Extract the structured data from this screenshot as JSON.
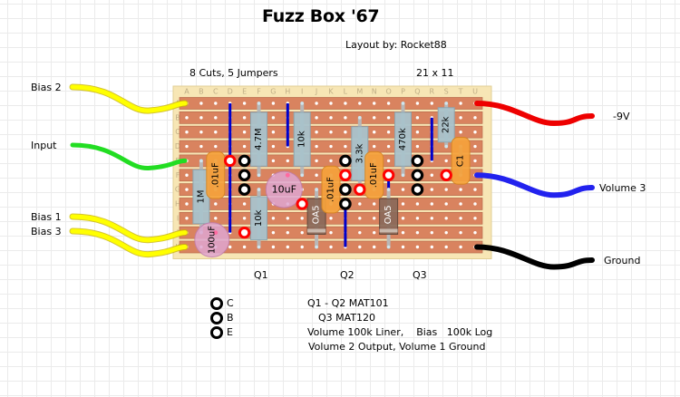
{
  "header": {
    "title": "Fuzz Box '67",
    "layout_by": "Layout by: Rocket88",
    "cuts_jumpers": "8 Cuts, 5 Jumpers",
    "board_size": "21 x 11"
  },
  "board": {
    "columns": [
      "A",
      "B",
      "C",
      "D",
      "E",
      "F",
      "G",
      "H",
      "I",
      "J",
      "K",
      "L",
      "M",
      "N",
      "O",
      "P",
      "Q",
      "R",
      "S",
      "T",
      "U"
    ],
    "rows": [
      "A",
      "B",
      "C",
      "D",
      "E",
      "F",
      "G",
      "H",
      "I",
      "J",
      "K"
    ],
    "colors": {
      "board": "#f7e6b5",
      "strip": "#d9835f",
      "resistor": "#a9c3cc",
      "film_cap": "#f5a23c",
      "electrolytic": "#e0a6d0",
      "diode": "#8a6a5a",
      "jumper": "#0000cc",
      "cut": "#ff0000",
      "lead": "#b8b8b8"
    },
    "resistors": [
      {
        "label": "4.7M",
        "col": "F",
        "row_from": "A",
        "row_to": "F"
      },
      {
        "label": "10k",
        "col": "I",
        "row_from": "A",
        "row_to": "F"
      },
      {
        "label": "3.3k",
        "col": "M",
        "row_from": "B",
        "row_to": "G"
      },
      {
        "label": "470k",
        "col": "P",
        "row_from": "A",
        "row_to": "F"
      },
      {
        "label": "22k",
        "col": "S",
        "row_from": "A",
        "row_to": "D"
      },
      {
        "label": "1M",
        "col": "B",
        "row_from": "E",
        "row_to": "J"
      },
      {
        "label": "10k",
        "col": "F",
        "row_from": "G",
        "row_to": "K"
      }
    ],
    "film_caps": [
      {
        "label": ".01uF",
        "col": "C",
        "row_from": "E",
        "row_to": "G"
      },
      {
        "label": ".01uF",
        "col": "K",
        "row_from": "F",
        "row_to": "H"
      },
      {
        "label": ".01uF",
        "col": "N",
        "row_from": "E",
        "row_to": "G"
      },
      {
        "label": "C1",
        "col": "T",
        "row_from": "D",
        "row_to": "F"
      }
    ],
    "electrolytics": [
      {
        "label": "10uF",
        "col": "H",
        "row_from": "F",
        "row_to": "H"
      },
      {
        "label": "100uF",
        "col": "C",
        "row_from": "J",
        "row_to": "K"
      }
    ],
    "diodes": [
      {
        "label": "OA5",
        "col": "J",
        "row_from": "G",
        "row_to": "K"
      },
      {
        "label": "OA5",
        "col": "O",
        "row_from": "G",
        "row_to": "K"
      }
    ],
    "jumpers": [
      {
        "col": "D",
        "row_from": "A",
        "row_to": "J"
      },
      {
        "col": "H",
        "row_from": "A",
        "row_to": "D"
      },
      {
        "col": "L",
        "row_from": "H",
        "row_to": "K"
      },
      {
        "col": "O",
        "row_from": "F",
        "row_to": "K"
      },
      {
        "col": "R",
        "row_from": "B",
        "row_to": "E"
      }
    ],
    "cuts": [
      {
        "col": "D",
        "row": "E"
      },
      {
        "col": "E",
        "row": "J"
      },
      {
        "col": "I",
        "row": "H"
      },
      {
        "col": "L",
        "row": "F"
      },
      {
        "col": "M",
        "row": "G"
      },
      {
        "col": "O",
        "row": "F"
      },
      {
        "col": "S",
        "row": "F"
      }
    ],
    "transistor_pads": [
      {
        "col": "E",
        "row": "E"
      },
      {
        "col": "E",
        "row": "F"
      },
      {
        "col": "E",
        "row": "G"
      },
      {
        "col": "L",
        "row": "E"
      },
      {
        "col": "L",
        "row": "G"
      },
      {
        "col": "L",
        "row": "H"
      },
      {
        "col": "Q",
        "row": "E"
      },
      {
        "col": "Q",
        "row": "F"
      },
      {
        "col": "Q",
        "row": "G"
      }
    ]
  },
  "wires": {
    "left": [
      {
        "label": "Bias 2",
        "color": "#ffff00",
        "row": "A"
      },
      {
        "label": "Input",
        "color": "#22dd22",
        "row": "E"
      },
      {
        "label": "Bias 1",
        "color": "#ffff00",
        "row": "J"
      },
      {
        "label": "Bias 3",
        "color": "#ffff00",
        "row": "K"
      }
    ],
    "right": [
      {
        "label": "-9V",
        "color": "#ee0000",
        "row": "A"
      },
      {
        "label": "Volume 3",
        "color": "#2222ee",
        "row": "F"
      },
      {
        "label": "Ground",
        "color": "#000000",
        "row": "K"
      }
    ]
  },
  "transistors": [
    "Q1",
    "Q2",
    "Q3"
  ],
  "legend": {
    "pins": [
      "C",
      "B",
      "E"
    ],
    "notes": [
      "Q1 - Q2  MAT101",
      "Q3  MAT120",
      "Volume 100k Liner,    Bias   100k Log",
      "Volume 2 Output, Volume 1 Ground"
    ]
  }
}
